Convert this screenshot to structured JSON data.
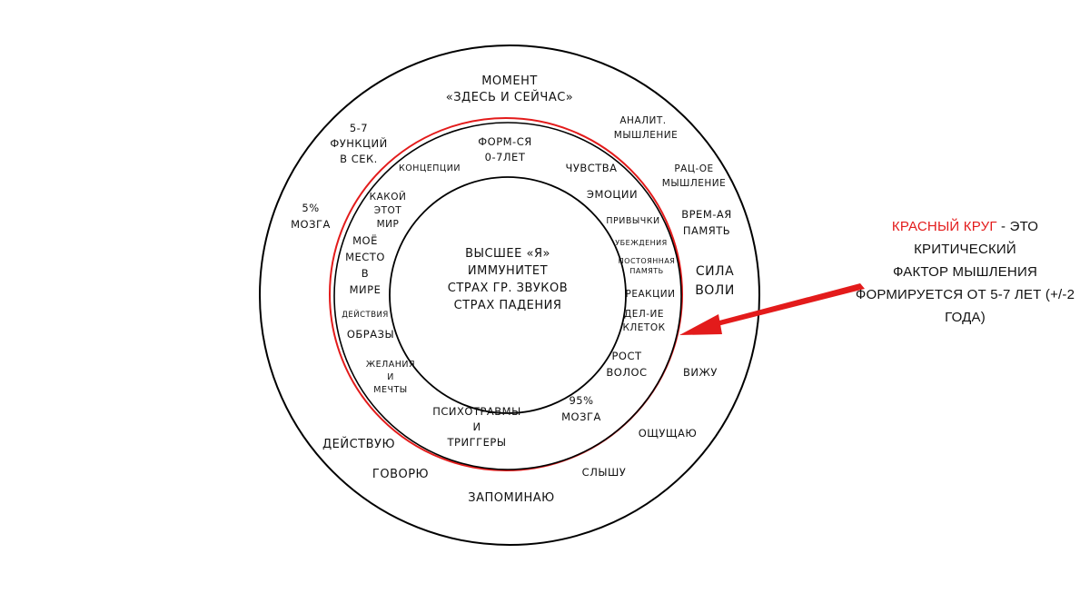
{
  "center": [
    "ВЫСШЕЕ «Я»",
    "ИММУНИТЕТ",
    "СТРАХ ГР. ЗВУКОВ",
    "СТРАХ ПАДЕНИЯ"
  ],
  "middle_ring": {
    "form": [
      "ФОРМ-СЯ",
      "0-7ЛЕТ"
    ],
    "concepts": "КОНЦЕПЦИИ",
    "feelings": "ЧУВСТВА",
    "emotions": "ЭМОЦИИ",
    "habits": "ПРИВЫЧКИ",
    "beliefs": "УБЕЖДЕНИЯ",
    "memory": [
      "ПОСТОЯННАЯ",
      "ПАМЯТЬ"
    ],
    "reactions": "РЕАКЦИИ",
    "cells": [
      "ДЕЛ-ИЕ",
      "КЛЕТОК"
    ],
    "hair": [
      "РОСТ",
      "ВОЛОС"
    ],
    "brain95": [
      "95%",
      "МОЗГА"
    ],
    "trauma": [
      "ПСИХОТРАВМЫ",
      "И",
      "ТРИГГЕРЫ"
    ],
    "wishes": [
      "ЖЕЛАНИЯ",
      "И",
      "МЕЧТЫ"
    ],
    "images": "ОБРАЗЫ",
    "actions": "ДЕЙСТВИЯ",
    "place": [
      "МОЁ",
      "МЕСТО",
      "В",
      "МИРЕ"
    ],
    "world": [
      "КАКОЙ",
      "ЭТОТ",
      "МИР"
    ]
  },
  "outer_ring": {
    "moment": [
      "МОМЕНТ",
      "«ЗДЕСЬ И СЕЙЧАС»"
    ],
    "analytic": [
      "АНАЛИТ.",
      "МЫШЛЕНИЕ"
    ],
    "rational": [
      "РАЦ-ОЕ",
      "МЫШЛЕНИЕ"
    ],
    "time_memory": [
      "ВРЕМ-АЯ",
      "ПАМЯТЬ"
    ],
    "will": [
      "СИЛА",
      "ВОЛИ"
    ],
    "see": "ВИЖУ",
    "feel": "ОЩУЩАЮ",
    "hear": "СЛЫШУ",
    "remember": "ЗАПОМИНАЮ",
    "speak": "ГОВОРЮ",
    "act": "ДЕЙСТВУЮ",
    "brain5": [
      "5%",
      "МОЗГА"
    ],
    "functions": [
      "5-7",
      "ФУНКЦИЙ",
      "В СЕК."
    ]
  },
  "note": {
    "red_text": "КРАСНЫЙ КРУГ",
    "rest_line1": " - ЭТО КРИТИЧЕСКИЙ",
    "line2": "ФАКТОР МЫШЛЕНИЯ",
    "line3": "ФОРМИРУЕТСЯ ОТ 5-7 ЛЕТ (+/-2 ГОДА)"
  },
  "colors": {
    "critical_ring": "#e31b1b",
    "rings": "#000000"
  }
}
